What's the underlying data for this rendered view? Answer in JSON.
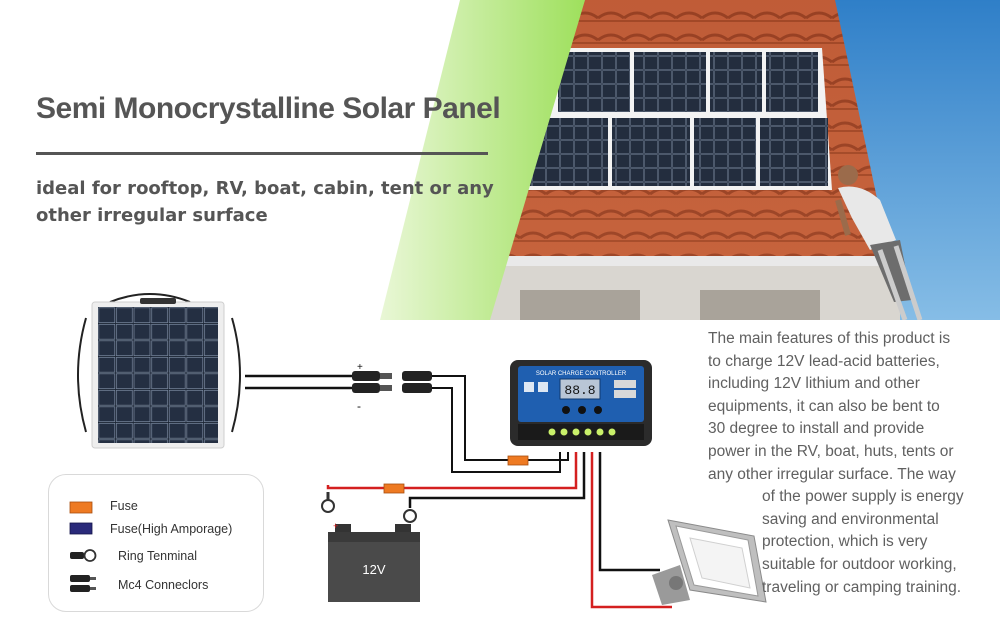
{
  "hero": {
    "title": "Semi Monocrystalline Solar Panel",
    "subtitle_line1": "ideal for rooftop, RV, boat, cabin, tent or any",
    "subtitle_line2": "other irregular surface"
  },
  "description": {
    "lines": [
      "The main features of this product is",
      "to charge 12V lead-acid batteries,",
      "including 12V lithium and other",
      "equipments, it can also be bent to",
      "30 degree to install and provide",
      "power in the RV, boat, huts, tents or",
      "any other irregular surface. The way",
      "of the power supply is energy",
      "saving and environmental",
      "protection, which is very",
      "suitable for outdoor working,",
      "traveling or camping training."
    ]
  },
  "diagram": {
    "controller_title": "SOLAR CHARGE CONTROLLER",
    "controller_display": "88.8",
    "battery_label": "12V",
    "plus_sign": "+",
    "minus_sign": "-"
  },
  "legend": {
    "items": [
      {
        "label": "Fuse",
        "icon": "orange-fuse-icon"
      },
      {
        "label": "Fuse(High Amporage)",
        "icon": "navy-fuse-icon"
      },
      {
        "label": "Ring Tenminal",
        "icon": "ring-terminal-icon"
      },
      {
        "label": "Mc4 Conneclors",
        "icon": "mc4-connector-icon"
      }
    ]
  },
  "colors": {
    "title_gray": "#555555",
    "accent_green": "#a6e36a",
    "sky_blue": "#4f9ad6",
    "roof_tile": "#c8623c",
    "wire_red": "#d42020",
    "wire_black": "#111111",
    "fuse_orange": "#ee7a22",
    "fuse_navy": "#2a2a7a",
    "controller_blue": "#1f5fb0"
  }
}
